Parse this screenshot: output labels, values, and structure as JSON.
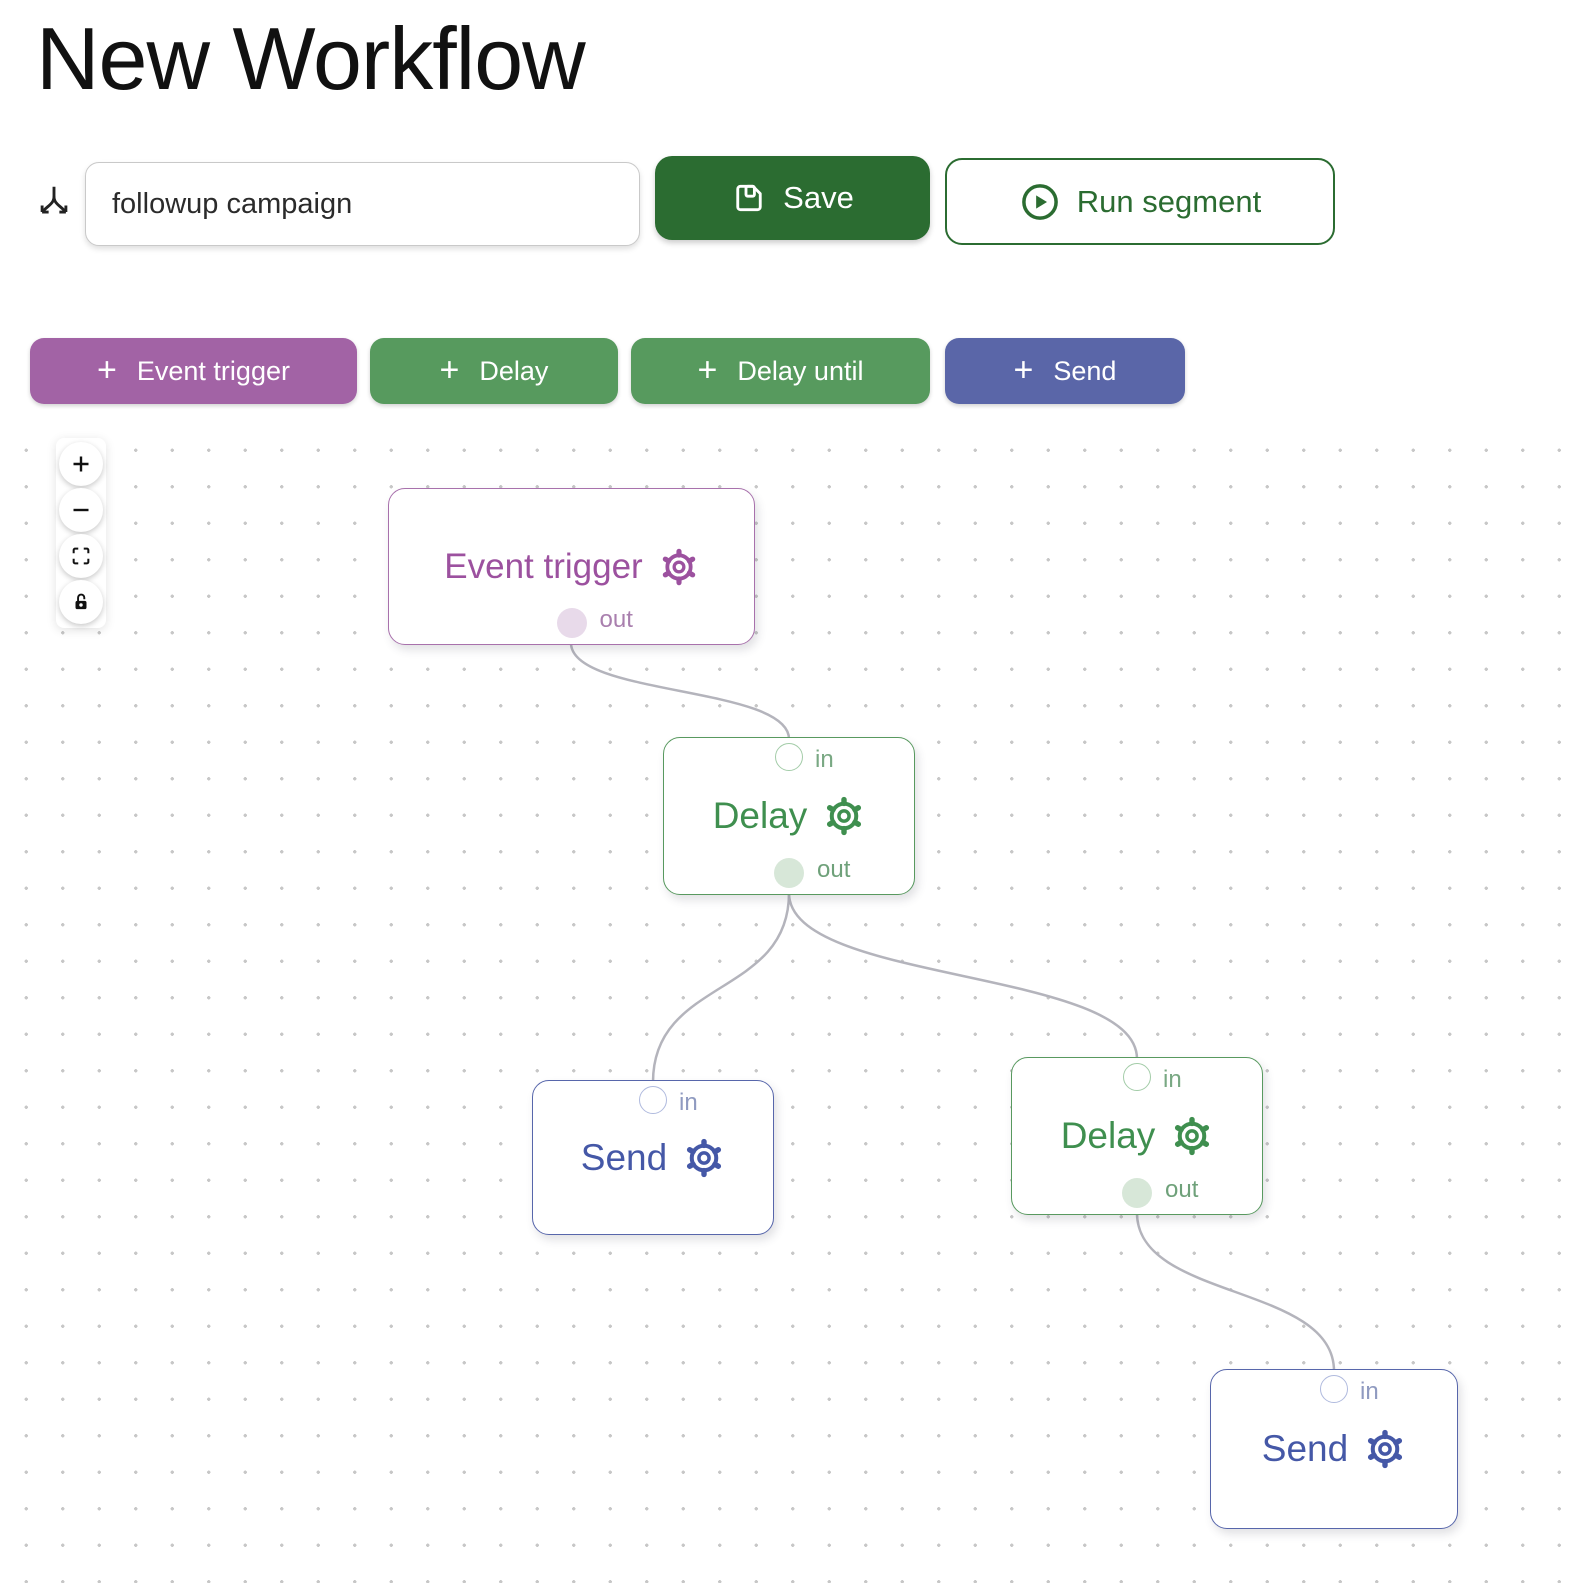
{
  "header": {
    "title": "New Workflow",
    "name_input": {
      "value": "followup campaign",
      "placeholder": ""
    },
    "save_button": "Save",
    "run_segment_button": "Run segment"
  },
  "toolbar": {
    "plus": "+",
    "add_event_trigger": "Event trigger",
    "add_delay": "Delay",
    "add_delay_until": "Delay until",
    "add_send": "Send"
  },
  "canvas": {
    "controls": [
      "zoom-in",
      "zoom-out",
      "fit-view",
      "unlock"
    ],
    "nodes": [
      {
        "id": "event-trigger-1",
        "type": "event-trigger",
        "label": "Event trigger",
        "ports": [
          {
            "kind": "out",
            "label": "out"
          }
        ]
      },
      {
        "id": "delay-1",
        "type": "delay",
        "label": "Delay",
        "ports": [
          {
            "kind": "in",
            "label": "in"
          },
          {
            "kind": "out",
            "label": "out"
          }
        ]
      },
      {
        "id": "send-1",
        "type": "send",
        "label": "Send",
        "ports": [
          {
            "kind": "in",
            "label": "in"
          }
        ]
      },
      {
        "id": "delay-2",
        "type": "delay",
        "label": "Delay",
        "ports": [
          {
            "kind": "in",
            "label": "in"
          },
          {
            "kind": "out",
            "label": "out"
          }
        ]
      },
      {
        "id": "send-2",
        "type": "send",
        "label": "Send",
        "ports": [
          {
            "kind": "in",
            "label": "in"
          }
        ]
      }
    ],
    "edges": [
      {
        "source": "event-trigger-1",
        "target": "delay-1"
      },
      {
        "source": "delay-1",
        "target": "send-1"
      },
      {
        "source": "delay-1",
        "target": "delay-2"
      },
      {
        "source": "delay-2",
        "target": "send-2"
      }
    ]
  },
  "colors": {
    "save_green": "#2b6c31",
    "event_trigger_purple": "#a263a5",
    "delay_green": "#579a5e",
    "send_indigo": "#5a66a8",
    "edge_gray": "#b4b4bc"
  }
}
